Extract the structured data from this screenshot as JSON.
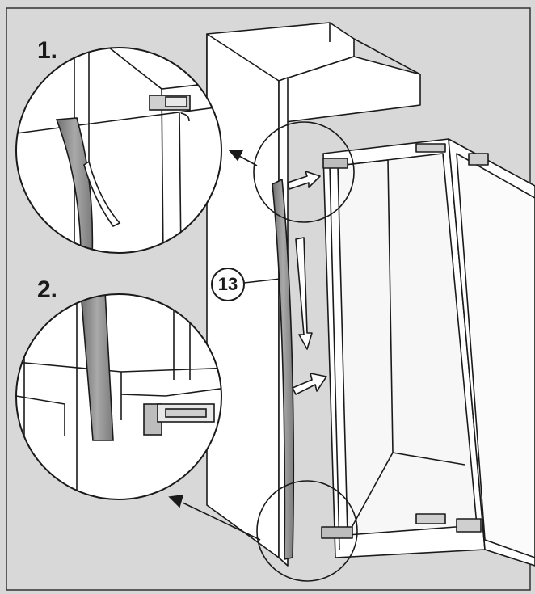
{
  "labels": {
    "step1": "1.",
    "step2": "2.",
    "part_number": "13"
  },
  "colors": {
    "background": "#d8d8d8",
    "line": "#1a1a1a",
    "panel": "#ffffff",
    "strip": "#8a8a8a"
  }
}
